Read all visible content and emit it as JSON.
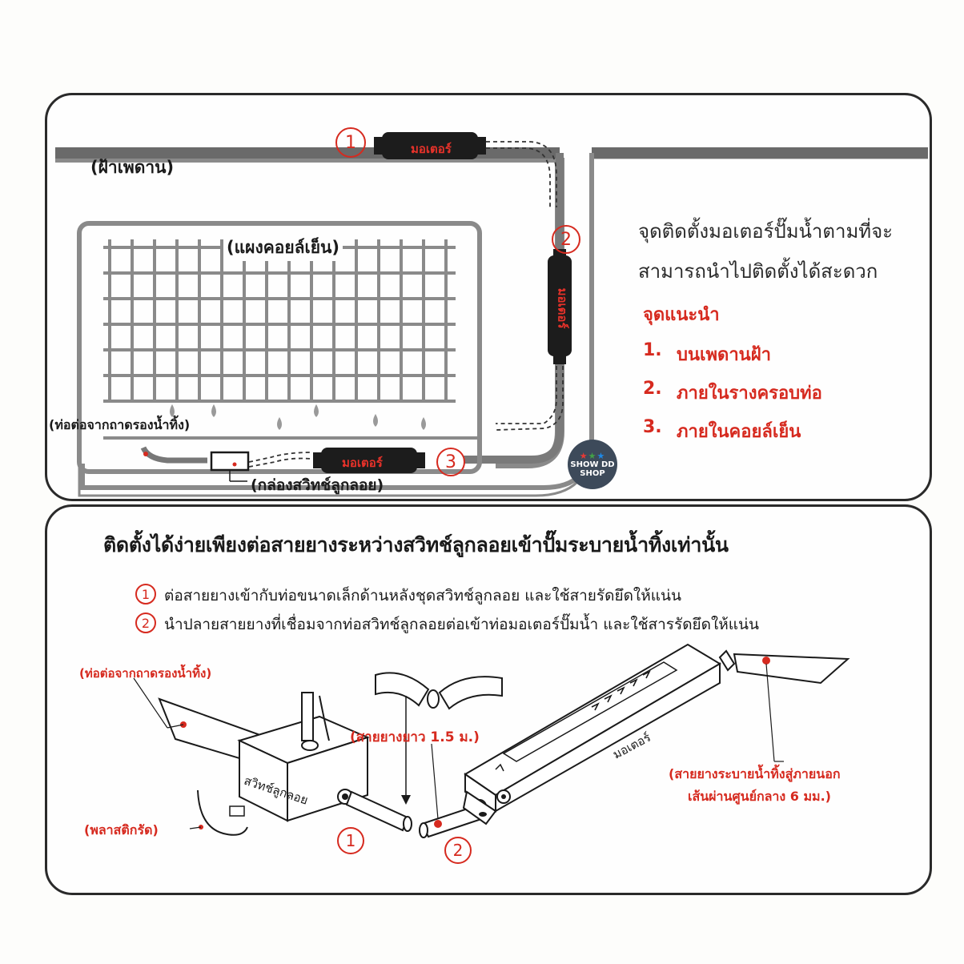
{
  "top_panel": {
    "ceiling_label": "(ฝ้าเพดาน)",
    "coil_label": "(แผงคอยล์เย็น)",
    "drain_pipe_label": "(ท่อต่อจากถาดรองน้ำทิ้ง)",
    "float_switch_box_label": "(กล่องสวิทช์ลูกลอย)",
    "motor_label": "มอเตอร์",
    "markers": [
      "1",
      "2",
      "3"
    ],
    "info_heading_line1": "จุดติดตั้งมอเตอร์ปั๊มน้ำตามที่จะ",
    "info_heading_line2": "สามารถนำไปติดตั้งได้สะดวก",
    "recommend_title": "จุดแนะนำ",
    "recommendations": [
      {
        "num": "1.",
        "text": "บนเพดานฝ้า"
      },
      {
        "num": "2.",
        "text": "ภายในรางครอบท่อ"
      },
      {
        "num": "3.",
        "text": "ภายในคอยล์เย็น"
      }
    ],
    "logo_line1": "SHOW DD",
    "logo_line2": "SHOP",
    "logo_star_colors": [
      "#e53935",
      "#43a047",
      "#1e88e5"
    ]
  },
  "bottom_panel": {
    "title": "ติดตั้งได้ง่ายเพียงต่อสายยางระหว่างสวิทช์ลูกลอยเข้าปั๊มระบายน้ำทิ้งเท่านั้น",
    "steps": [
      {
        "num": "1",
        "text": "ต่อสายยางเข้ากับท่อขนาดเล็กด้านหลังชุดสวิทช์ลูกลอย และใช้สายรัดยึดให้แน่น"
      },
      {
        "num": "2",
        "text": "นำปลายสายยางที่เชื่อมจากท่อสวิทช์ลูกลอยต่อเข้าท่อมอเตอร์ปั๊มน้ำ และใช้สารรัดยึดให้แน่น"
      }
    ],
    "drain_pipe_label": "(ท่อต่อจากถาดรองน้ำทิ้ง)",
    "hose_length_label": "(สายยางยาว 1.5 ม.)",
    "float_switch_label": "สวิทช์ลูกลอย",
    "motor_label": "มอเตอร์",
    "outlet_label_line1": "(สายยางระบายน้ำทิ้งสู่ภายนอก",
    "outlet_label_line2": "เส้นผ่านศูนย์กลาง 6 มม.)",
    "plastic_tie_label": "(พลาสติกรัด)",
    "markers": [
      "1",
      "2"
    ]
  },
  "colors": {
    "accent_red": "#d62a1f",
    "motor_red": "#e8322a",
    "line_dark": "#2a2a2a",
    "grid_gray": "#8a8a8a"
  }
}
